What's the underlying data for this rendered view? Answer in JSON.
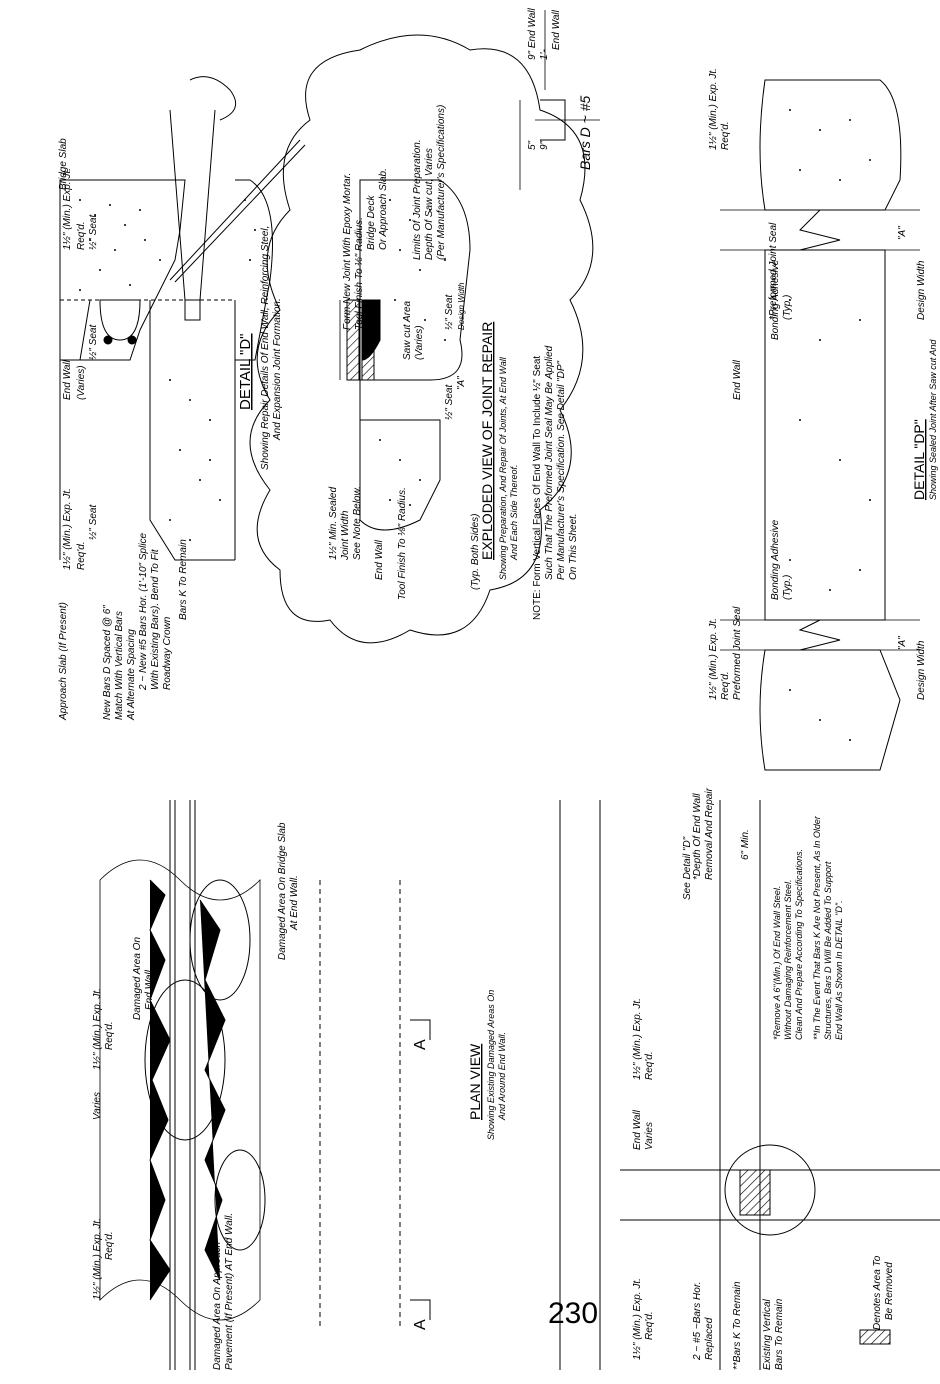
{
  "page_number": "230",
  "detail_d": {
    "title": "DETAIL \"D\"",
    "subtitle": [
      "Showing Repair Details Of End Wall, Reinforcing Steel,",
      "And Expansion Joint Formation."
    ],
    "labels": {
      "exp_jt_left": "1½\" (Min.) Exp. Jt.",
      "reqd_left": "Req'd.",
      "seat_left": "½\" Seat",
      "end_wall": "End Wall",
      "varies": "(Varies)",
      "seat_mid": "½\" Seat",
      "exp_jt_right": "1½\" (Min.) Exp. Jt.",
      "reqd_right": "Req'd.",
      "seat_right": "½\" Seat",
      "bridge_slab": "Bridge Slab",
      "approach_slab": "Approach Slab (If Present)",
      "new_bars_d": [
        "New Bars D Spaced @ 6\"",
        "Match With Vertical Bars",
        "At Alternate Spacing"
      ],
      "new_bars_5": [
        "2 ~ New #5 Bars Hor. (1'-10\" Splice",
        "With Existing Bars). Bend To Fit",
        "Roadway Crown"
      ],
      "bars_k": "Bars K To Remain"
    }
  },
  "exploded_view": {
    "title": "EXPLODED VIEW OF JOINT REPAIR",
    "subtitle": [
      "Showing Preparation, And Repair Of Joints, At End Wall",
      "And Each Side Thereof."
    ],
    "labels": {
      "form_new_joint": "Form New Joint With Epoxy Mortar.",
      "tool_finish_right": "Tool Finish To ⅛\" Radius.",
      "bridge_deck": "Bridge Deck",
      "or_approach": "Or Approach Slab.",
      "limits_joint": "Limits Of Joint Preparation.",
      "depth_saw": "Depth Of Saw cut, Varies",
      "per_mfr": "(Per Manufacturer's Specifications)",
      "saw_cut_area": "Saw cut Area",
      "varies": "(Varies)",
      "seat_right": "½\" Seat",
      "design_width": "Design Width",
      "a_right": "\"A\"",
      "min_sealed": "1½\" Min. Sealed",
      "joint_width": "Joint Width",
      "see_note": "See Note Below.",
      "end_wall": "End Wall",
      "tool_finish_left": "Tool Finish To ⅛\" Radius.",
      "seat_left": "½\" Seat",
      "typ_both": "(Typ. Both Sides)"
    }
  },
  "bars_d": {
    "label": "Bars D ~ #5",
    "dims": [
      "5\"",
      "9\"",
      "9\" End Wall",
      "1'-",
      "End Wall"
    ]
  },
  "note": [
    "NOTE: Form Vertical Faces Of End Wall To Include ½\" Seat",
    "Such That The Preformed Joint Seal May Be Applied",
    "Per Manufacturer's Specification. See Detail \"DP\"",
    "On This Sheet."
  ],
  "detail_dp": {
    "title": "DETAIL \"DP\"",
    "subtitle": [
      "Showing Sealed Joint After Saw cut And",
      "Seal Will Be Applied."
    ],
    "labels": {
      "exp_jt_left": "1½\" (Min.) Exp. Jt.",
      "reqd_left": "Req'd.",
      "preformed_left": "Preformed Joint Seal",
      "design_width_left": "Design Width",
      "a_left": "\"A\"",
      "bonding_left": "Bonding Adhesive",
      "typ_left": "(Typ.)",
      "end_wall": "End Wall",
      "preformed_mid": "*Preformed Joint Seal",
      "bonding_right": "Bonding Adhesive",
      "typ_right": "(Typ.)",
      "exp_jt_right": "1½\" (Min.) Exp. Jt.",
      "reqd_right": "Req'd.",
      "a_right": "\"A\"",
      "design_width_right": "Design Width"
    }
  },
  "plan_view": {
    "title": "PLAN VIEW",
    "subtitle": [
      "Showing Existing Damaged Areas On",
      "And Around End Wall."
    ],
    "labels": {
      "exp_left": "1½\" (Min.) Exp. Jt.",
      "reqd_left": "Req'd.",
      "varies": "Varies",
      "exp_right": "1½\" (Min.) Exp. Jt.",
      "reqd_right": "Req'd.",
      "damaged_end_wall": "Damaged Area On",
      "end_wall": "End Wall.",
      "damaged_bridge": "Damaged Area On Bridge Slab",
      "at_end_wall": "At End Wall.",
      "damaged_approach": "Damaged Area On Approach",
      "pavement": "Pavement (If Present) AT End Wall.",
      "section_a": "A"
    }
  },
  "section_view": {
    "labels": {
      "exp_left": "1½\" (Min.) Exp. Jt.",
      "reqd_left": "Req'd.",
      "end_wall": "End Wall",
      "varies": "Varies",
      "exp_right": "1½\" (Min.) Exp. Jt.",
      "reqd_right": "Req'd.",
      "see_detail": "See Detail \"D\"",
      "depth_end_wall": "*Depth Of End Wall",
      "removal": "Removal And Repair",
      "min_6": "6\" Min.",
      "bars_5_hor": "2 ~ #5 ~Bars Hor.",
      "replaced": "Replaced",
      "bars_k": "**Bars K To Remain",
      "existing_vertical": "Existing Vertical",
      "bars_remain": "Bars To Remain",
      "denotes": "Denotes Area To",
      "be_removed": "Be Removed"
    },
    "notes": [
      "*Remove A 6\"(Min.) Of End Wall Steel.",
      "Without Damaging Reinforcement Steel.",
      "Clean And Prepare According To Specifications.",
      "**In The Event That Bars K Are Not Present, As In Older",
      "Structures, Bars D Will Be Added To Support",
      "End Wall As Shown In DETAIL \"D\"."
    ]
  }
}
